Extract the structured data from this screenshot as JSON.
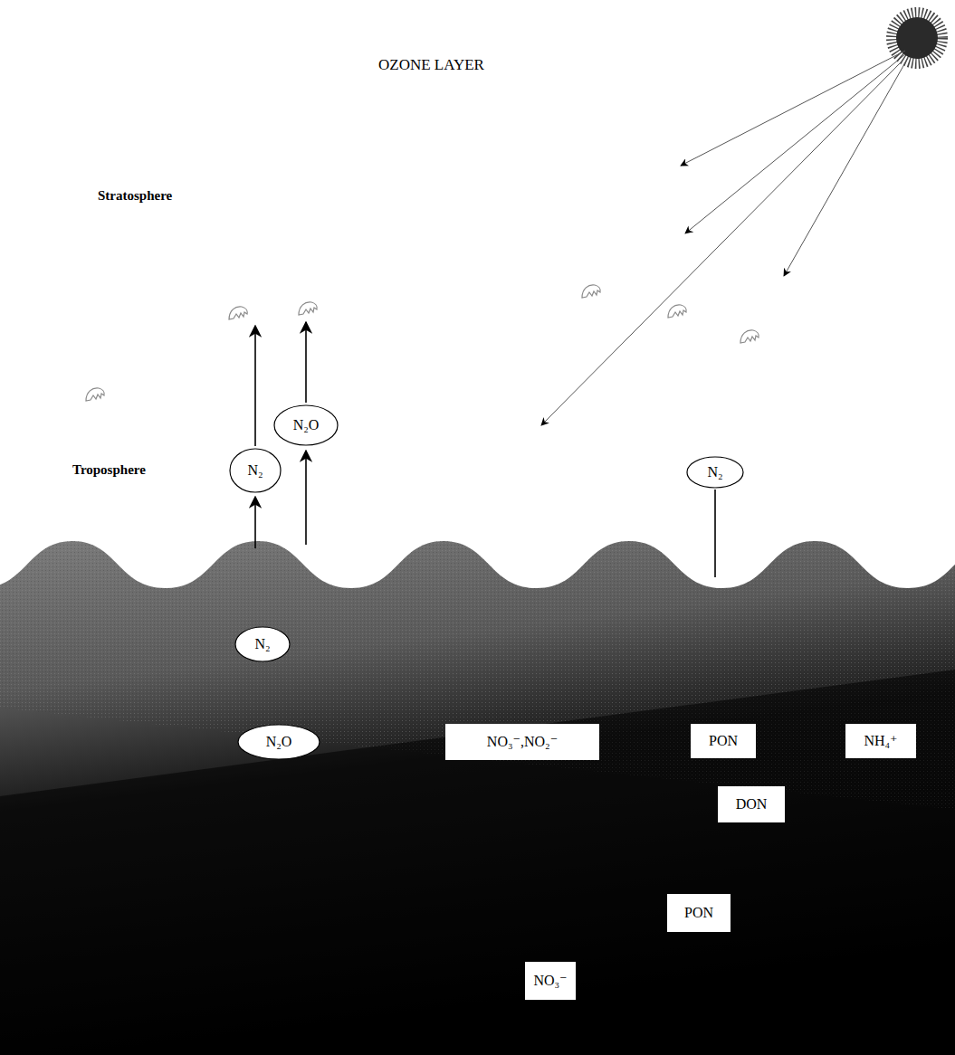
{
  "diagram": {
    "nodes": [
      {
        "text": [
          "N₂"
        ]
      },
      {
        "text": [
          "N₂O"
        ]
      },
      {
        "text": [
          "N₂"
        ]
      },
      {
        "text": [
          "N₂"
        ]
      },
      {
        "text": [
          "N₂O"
        ]
      },
      {
        "text": [
          "NO₃⁻,NO₂⁻"
        ]
      },
      {
        "text": [
          "PON"
        ]
      },
      {
        "text": [
          "NH₄⁺"
        ]
      },
      {
        "text": [
          "DON"
        ]
      },
      {
        "text": [
          "PON"
        ]
      },
      {
        "text": [
          "NO₃⁻"
        ]
      }
    ],
    "labels": [
      "OZONE LAYER",
      "Stratosphere",
      "Troposphere"
    ]
  }
}
